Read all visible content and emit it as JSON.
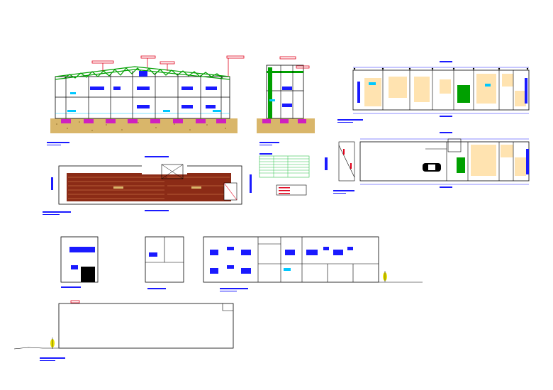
{
  "sheet": {
    "background": "#ffffff",
    "colors": {
      "outline": "#000000",
      "dimension": "#1a1aff",
      "tag_red": "#e0001a",
      "truss_green": "#00a000",
      "ground_tan": "#d9b66a",
      "ground_dot": "#8b6a2a",
      "footing_magenta": "#d020c0",
      "floor_wood": "#8b2b16",
      "floor_line": "#e08c58",
      "room_fill": "#ffe3b0",
      "cyan": "#00c8ff",
      "table_green": "#2cc04a",
      "car": "#000000",
      "tree_yellow": "#e8e000"
    },
    "views": [
      {
        "id": "cross-section-long",
        "kind": "section"
      },
      {
        "id": "cross-section-short",
        "kind": "section"
      },
      {
        "id": "floor-plan-upper",
        "kind": "plan"
      },
      {
        "id": "floor-plan-lower",
        "kind": "plan"
      },
      {
        "id": "roof-plan",
        "kind": "plan"
      },
      {
        "id": "legend-table",
        "kind": "table"
      },
      {
        "id": "elevation-small-a",
        "kind": "elevation"
      },
      {
        "id": "elevation-small-b",
        "kind": "elevation"
      },
      {
        "id": "elevation-front",
        "kind": "elevation"
      },
      {
        "id": "elevation-side",
        "kind": "elevation"
      }
    ],
    "icons": [
      "tree-icon",
      "car-icon",
      "skylight-icon"
    ]
  }
}
